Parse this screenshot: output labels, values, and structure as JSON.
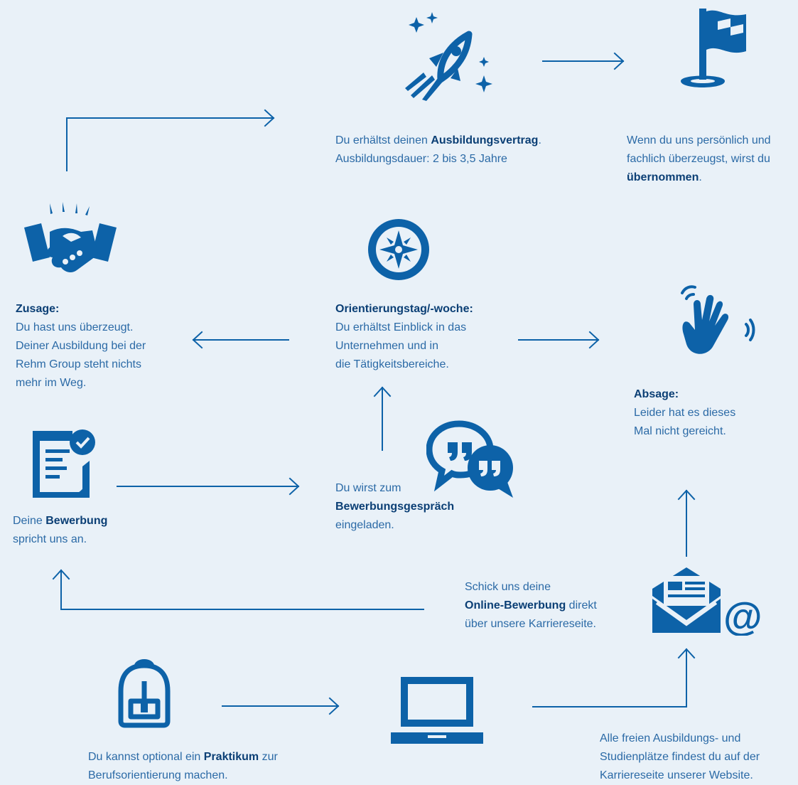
{
  "colors": {
    "background": "#e9f1f8",
    "primary": "#0d62a8",
    "text": "#2b6aa6",
    "bold_text": "#0b3f75"
  },
  "steps": {
    "vertrag": {
      "pre": "Du erhältst deinen ",
      "bold": "Ausbildungsvertrag",
      "post": ".",
      "line2": "Ausbildungsdauer: 2 bis 3,5 Jahre",
      "icon": "rocket-icon"
    },
    "uebernommen": {
      "line1": "Wenn du uns persönlich und",
      "line2": "fachlich überzeugst, wirst du",
      "bold": "übernommen",
      "post": ".",
      "icon": "flag-icon"
    },
    "zusage": {
      "heading": "Zusage:",
      "line1": "Du hast uns überzeugt.",
      "line2": "Deiner Ausbildung bei der",
      "line3": "Rehm Group steht nichts",
      "line4": "mehr im Weg.",
      "icon": "handshake-icon"
    },
    "orientierung": {
      "heading": "Orientierungstag/-woche:",
      "line1": "Du erhältst Einblick in das",
      "line2": "Unternehmen und in",
      "line3": "die Tätigkeitsbereiche.",
      "icon": "compass-icon"
    },
    "absage": {
      "heading": "Absage:",
      "line1": "Leider hat es dieses",
      "line2": "Mal nicht gereicht.",
      "icon": "waving-hand-icon"
    },
    "bewerbung": {
      "pre": "Deine ",
      "bold": "Bewerbung",
      "line2": "spricht uns an.",
      "icon": "document-check-icon"
    },
    "gespraech": {
      "line1": "Du wirst zum",
      "bold": "Bewerbungsgespräch",
      "line3": "eingeladen.",
      "icon": "speech-bubbles-icon"
    },
    "online": {
      "line1": "Schick uns deine",
      "bold": "Online-Bewerbung",
      "post": " direkt",
      "line3": "über unsere Karriereseite.",
      "icon": "mail-at-icon"
    },
    "praktikum": {
      "pre": "Du kannst optional ein ",
      "bold": "Praktikum",
      "post": " zur",
      "line2": "Berufsorientierung machen.",
      "icon": "backpack-icon"
    },
    "website": {
      "line1": "Alle freien Ausbildungs- und",
      "line2": "Studienplätze findest du auf der",
      "line3": "Karriereseite unserer Website.",
      "icon": "laptop-icon"
    }
  }
}
